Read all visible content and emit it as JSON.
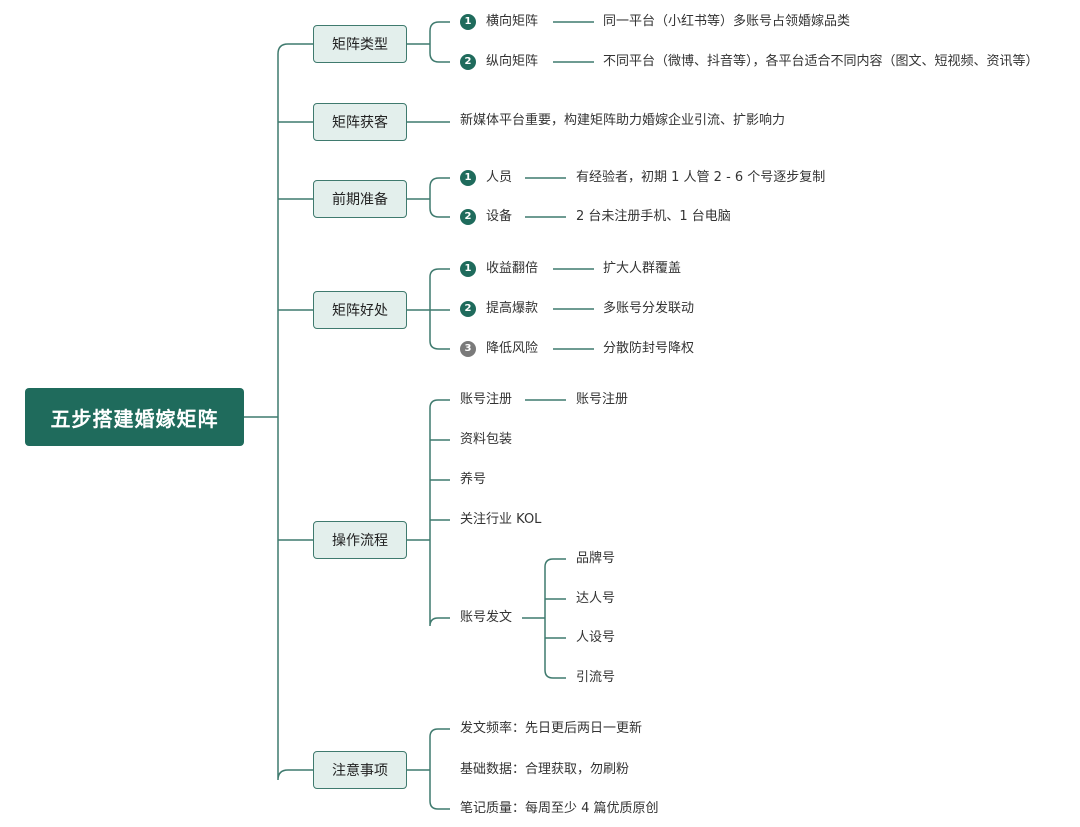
{
  "root": {
    "title": "五步搭建婚嫁矩阵"
  },
  "categories": {
    "matrix_type": {
      "label": "矩阵类型",
      "items": [
        {
          "badge": "1",
          "label": "横向矩阵",
          "detail": "同一平台（小红书等）多账号占领婚嫁品类"
        },
        {
          "badge": "2",
          "label": "纵向矩阵",
          "detail": "不同平台（微博、抖音等），各平台适合不同内容（图文、短视频、资讯等）"
        }
      ]
    },
    "matrix_acquire": {
      "label": "矩阵获客",
      "detail": "新媒体平台重要，构建矩阵助力婚嫁企业引流、扩影响力"
    },
    "preparation": {
      "label": "前期准备",
      "items": [
        {
          "badge": "1",
          "label": "人员",
          "detail": "有经验者，初期 1 人管 2 - 6 个号逐步复制"
        },
        {
          "badge": "2",
          "label": "设备",
          "detail": "2 台未注册手机、1 台电脑"
        }
      ]
    },
    "benefits": {
      "label": "矩阵好处",
      "items": [
        {
          "badge": "1",
          "label": "收益翻倍",
          "detail": "扩大人群覆盖"
        },
        {
          "badge": "2",
          "label": "提高爆款",
          "detail": "多账号分发联动"
        },
        {
          "badge": "3",
          "label": "降低风险",
          "detail": "分散防封号降权"
        }
      ]
    },
    "process": {
      "label": "操作流程",
      "items": [
        {
          "label": "账号注册",
          "detail": "账号注册"
        },
        {
          "label": "资料包装"
        },
        {
          "label": "养号"
        },
        {
          "label": "关注行业 KOL"
        },
        {
          "label": "账号发文",
          "children": [
            "品牌号",
            "达人号",
            "人设号",
            "引流号"
          ]
        }
      ]
    },
    "notes": {
      "label": "注意事项",
      "items": [
        "发文频率：先日更后两日一更新",
        "基础数据：合理获取，勿刷粉",
        "笔记质量：每周至少 4 篇优质原创"
      ]
    }
  },
  "colors": {
    "root_bg": "#1f6b5c",
    "root_text": "#ffffff",
    "category_bg": "#e3efec",
    "category_border": "#3f7a6e",
    "line": "#3f7a6e",
    "badge_dark": "#1f6b5c",
    "badge_gray": "#7a7a7a"
  }
}
